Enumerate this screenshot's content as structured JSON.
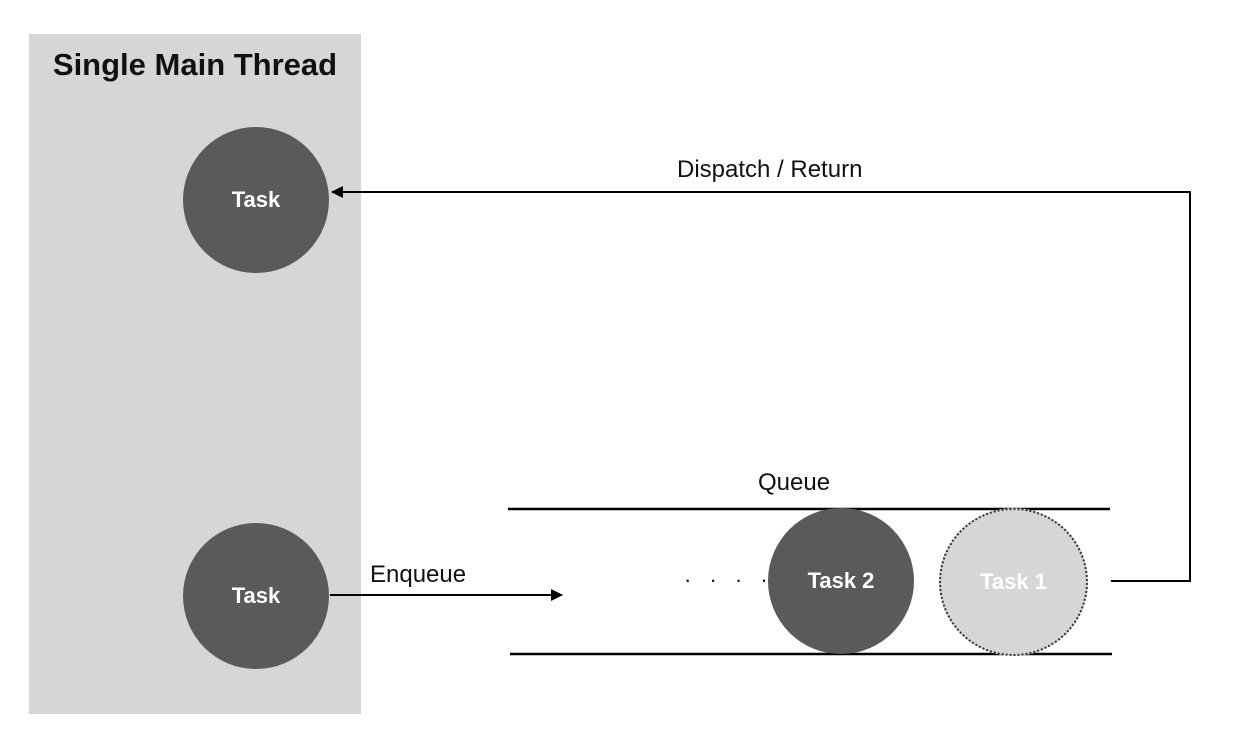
{
  "thread": {
    "title": "Single Main Thread",
    "tasks": [
      {
        "label": "Task"
      },
      {
        "label": "Task"
      }
    ]
  },
  "queue": {
    "label": "Queue",
    "items": [
      {
        "label": "Task 2",
        "state": "waiting"
      },
      {
        "label": "Task 1",
        "state": "dispatched"
      }
    ],
    "ellipsis": "· · · · ·"
  },
  "arrows": {
    "enqueue": "Enqueue",
    "dispatch": "Dispatch / Return"
  },
  "colors": {
    "panel": "#d6d6d6",
    "task_fill": "#5a5a5a",
    "ghost_fill": "#d6d6d6",
    "line": "#000000"
  }
}
